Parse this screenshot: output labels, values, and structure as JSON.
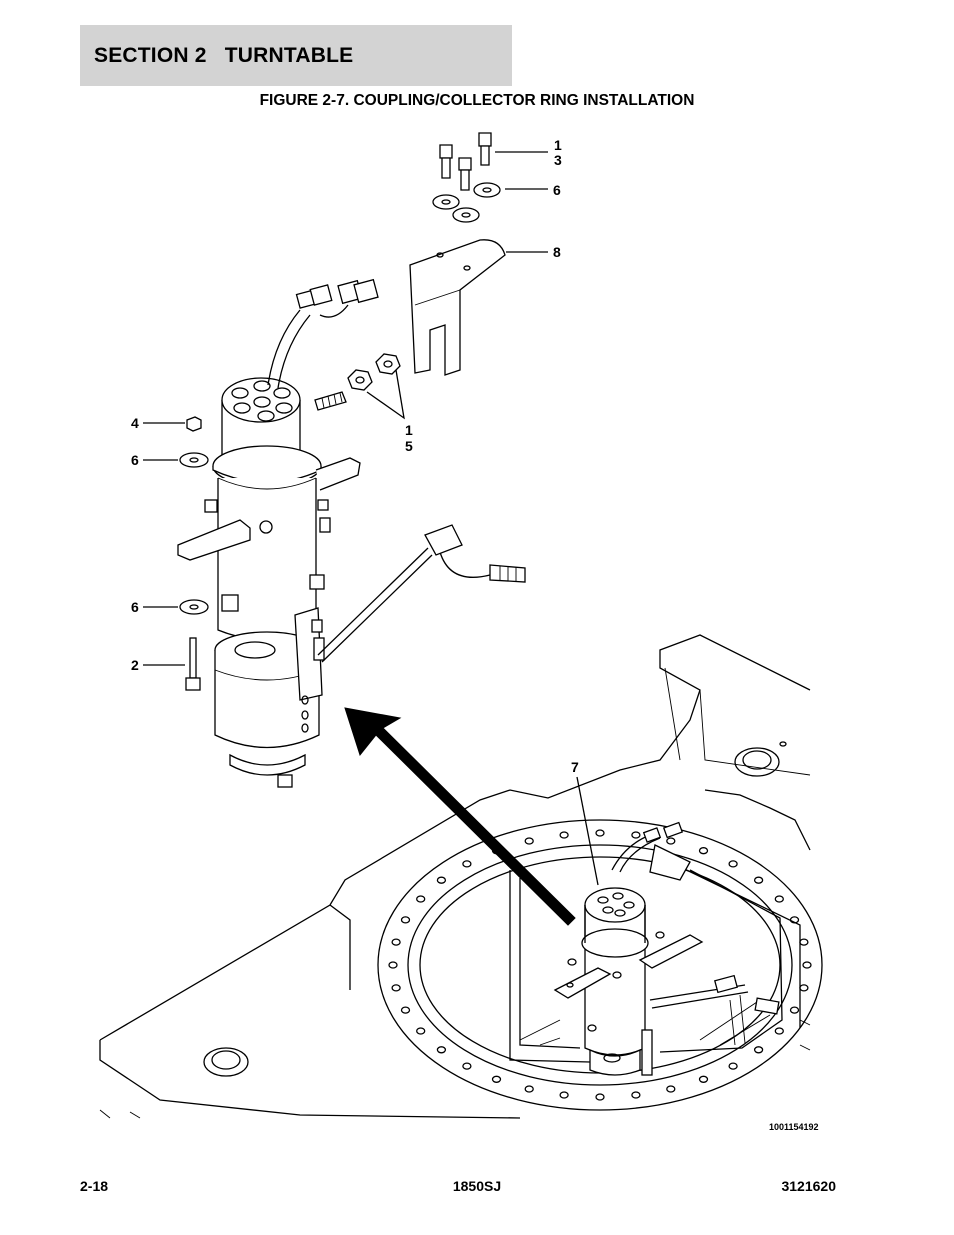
{
  "header": {
    "section": "SECTION 2   TURNTABLE"
  },
  "figure": {
    "title": "FIGURE 2-7. COUPLING/COLLECTOR RING INSTALLATION",
    "number": "1001154192",
    "callouts": {
      "c13": [
        "1",
        "3"
      ],
      "c6_top": "6",
      "c8": "8",
      "c15": [
        "1",
        "5"
      ],
      "c4": "4",
      "c6_mid": "6",
      "c6_low": "6",
      "c2": "2",
      "c7": "7"
    }
  },
  "footer": {
    "left": "2-18",
    "center": "1850SJ",
    "right": "3121620"
  }
}
